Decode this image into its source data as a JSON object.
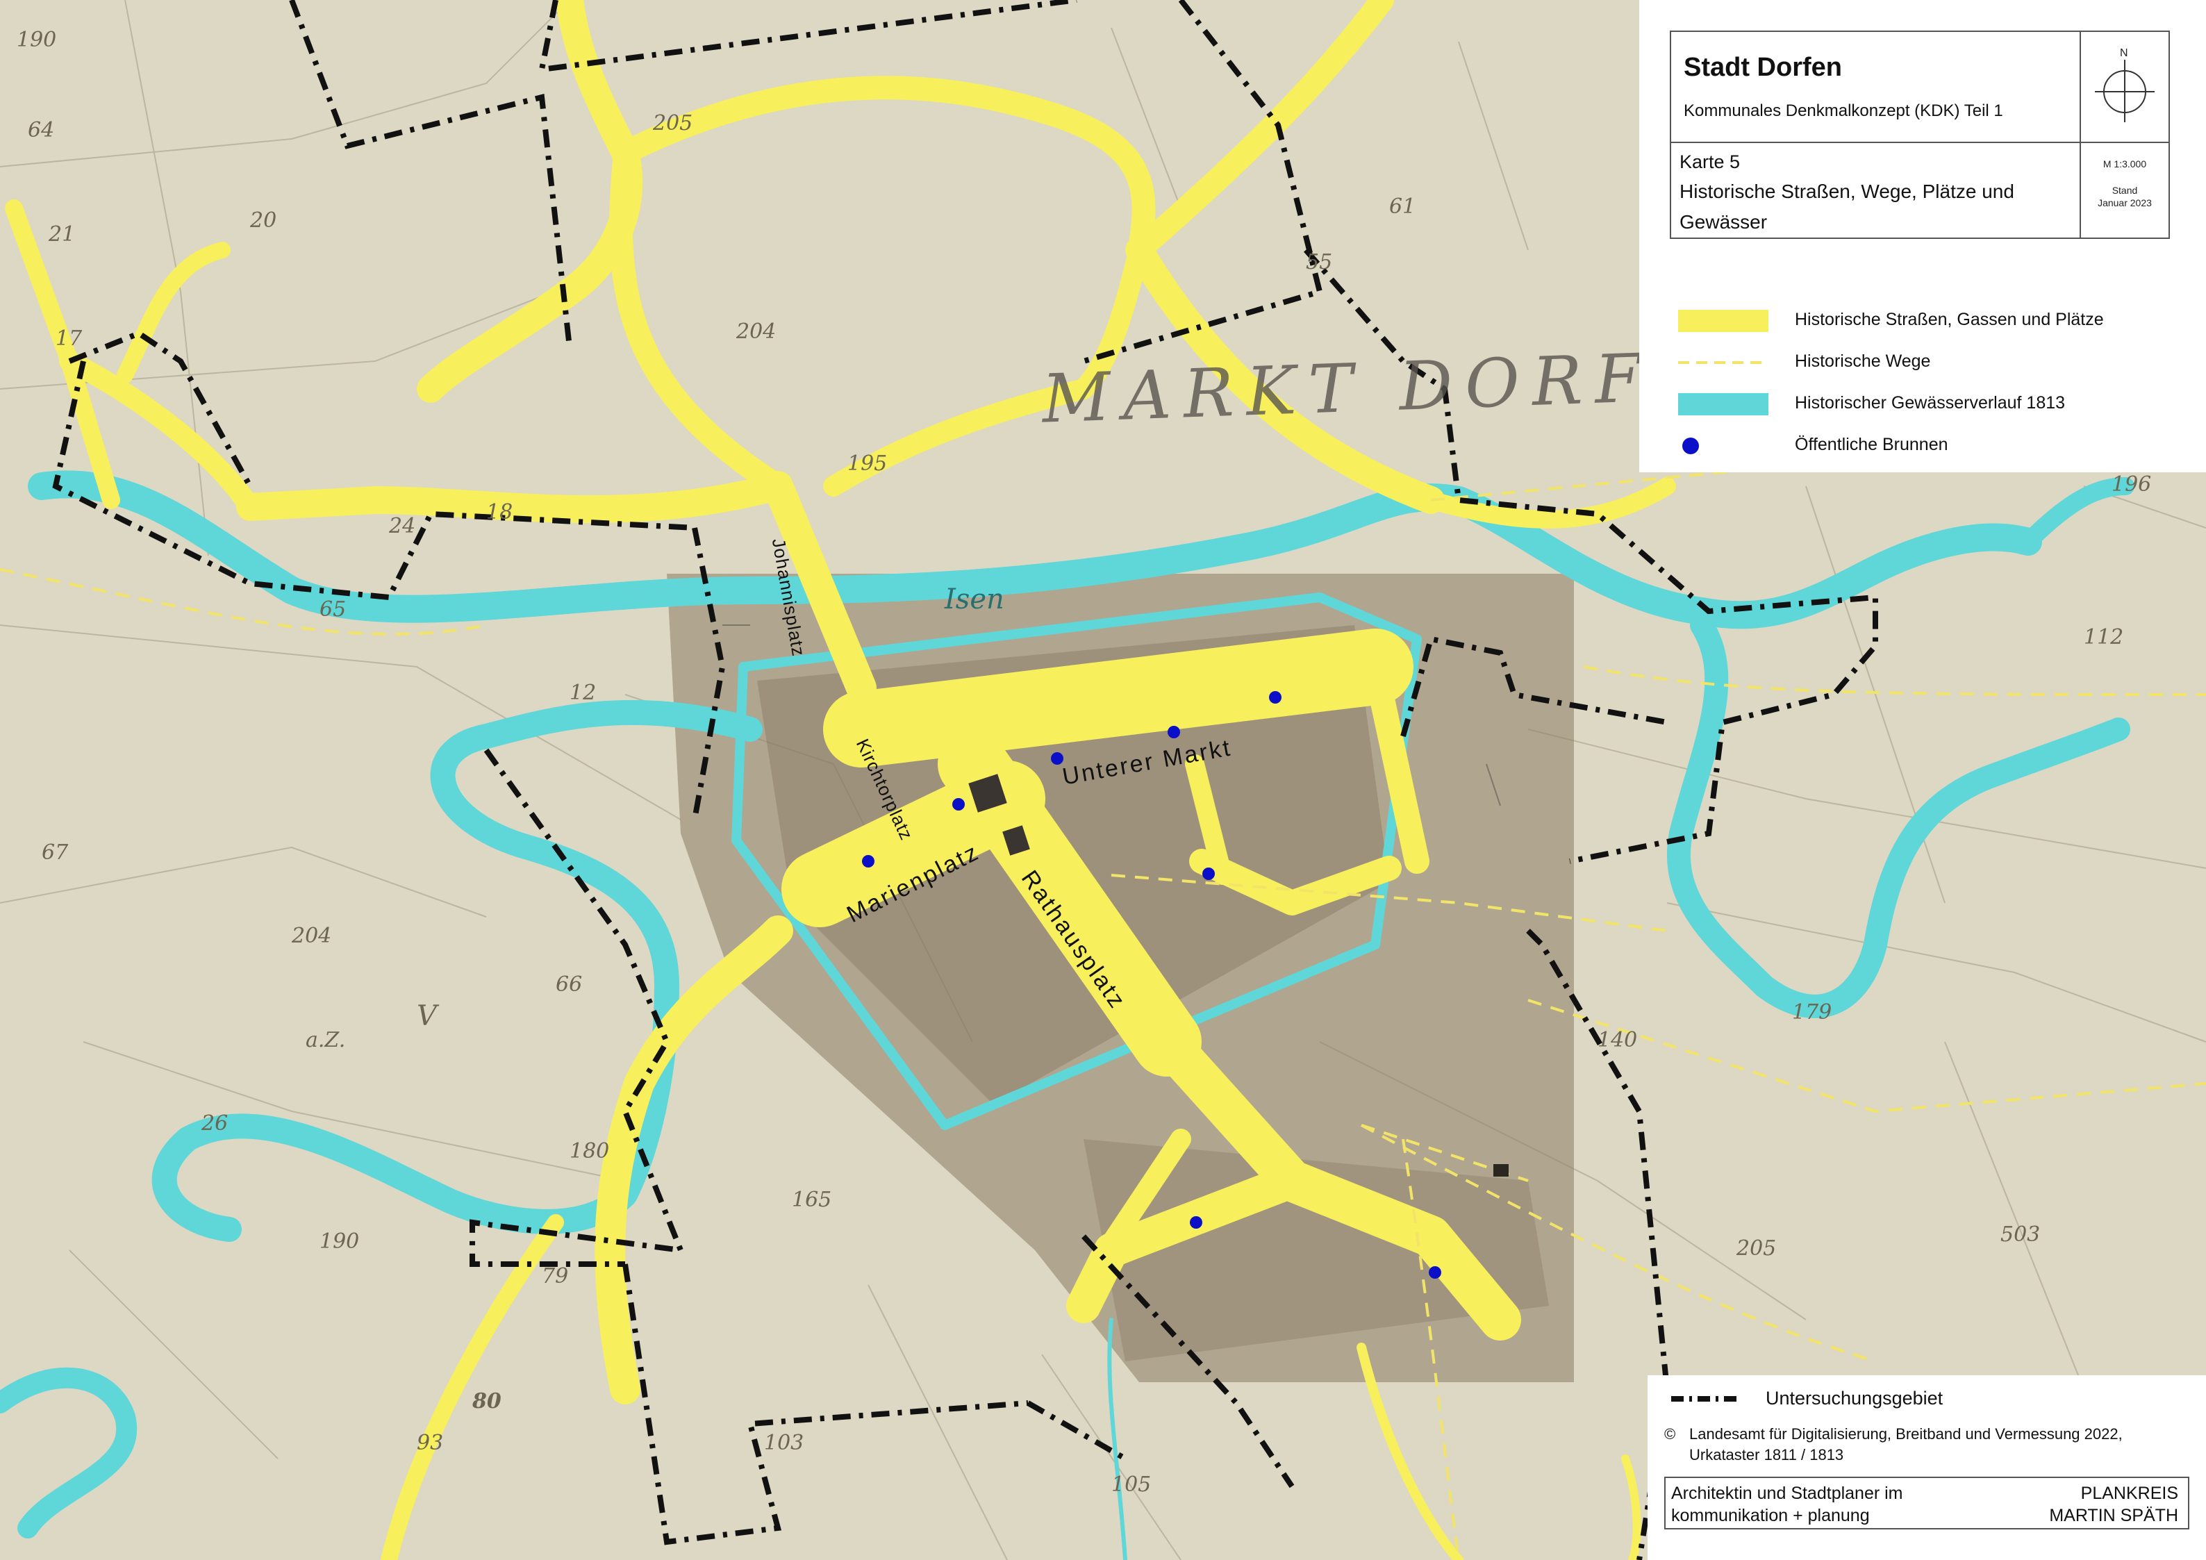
{
  "title_block": {
    "city": "Stadt Dorfen",
    "subtitle": "Kommunales Denkmalkonzept (KDK) Teil 1",
    "map_number": "Karte 5",
    "map_title": "Historische Straßen, Wege, Plätze und Gewässer",
    "north_label": "N",
    "scale": "M 1:3.000",
    "stand_label": "Stand",
    "stand_date": "Januar 2023"
  },
  "legend": {
    "items": [
      {
        "label": "Historische Straßen, Gassen und Plätze",
        "symbol": "yellow-fill"
      },
      {
        "label": "Historische Wege",
        "symbol": "dashed-yellow-line"
      },
      {
        "label": "Historischer Gewässerverlauf 1813",
        "symbol": "cyan-fill"
      },
      {
        "label": "Öffentliche Brunnen",
        "symbol": "blue-dot"
      }
    ],
    "study_area": "Untersuchungsgebiet"
  },
  "credit": {
    "symbol": "©",
    "text": "Landesamt für Digitalisierung, Breitband und Vermessung 2022, Urkataster 1811 / 1813"
  },
  "footer": {
    "left_line1": "Architektin und Stadtplaner im",
    "left_line2": "kommunikation + planung",
    "right_line1": "PLANKREIS",
    "right_line2": "MARTIN SPÄTH"
  },
  "map_labels": {
    "johannisplatz": "Johannisplatz",
    "kirchtorplatz": "Kirchtorplatz",
    "unterer_markt": "Unterer Markt",
    "marienplatz": "Marienplatz",
    "rathausplatz": "Rathausplatz",
    "markt_dorfen": "MARKT DORFEN",
    "isen": "Isen"
  },
  "parcels": [
    "190",
    "64",
    "20",
    "21",
    "204",
    "18",
    "24",
    "205",
    "61",
    "55",
    "65",
    "12",
    "67",
    "66",
    "204",
    "V",
    "a.Z.",
    "26",
    "190",
    "180",
    "165",
    "79",
    "80",
    "93",
    "103",
    "105",
    "179",
    "140",
    "112",
    "196",
    "503",
    "205",
    "195",
    "17"
  ],
  "colors": {
    "street": "#f7ef5c",
    "water": "#5fd6d8",
    "fountain": "#0b10c8",
    "boundary": "#111111",
    "map_bg": "#dcd8c4",
    "old_town": "#9c8f77"
  }
}
